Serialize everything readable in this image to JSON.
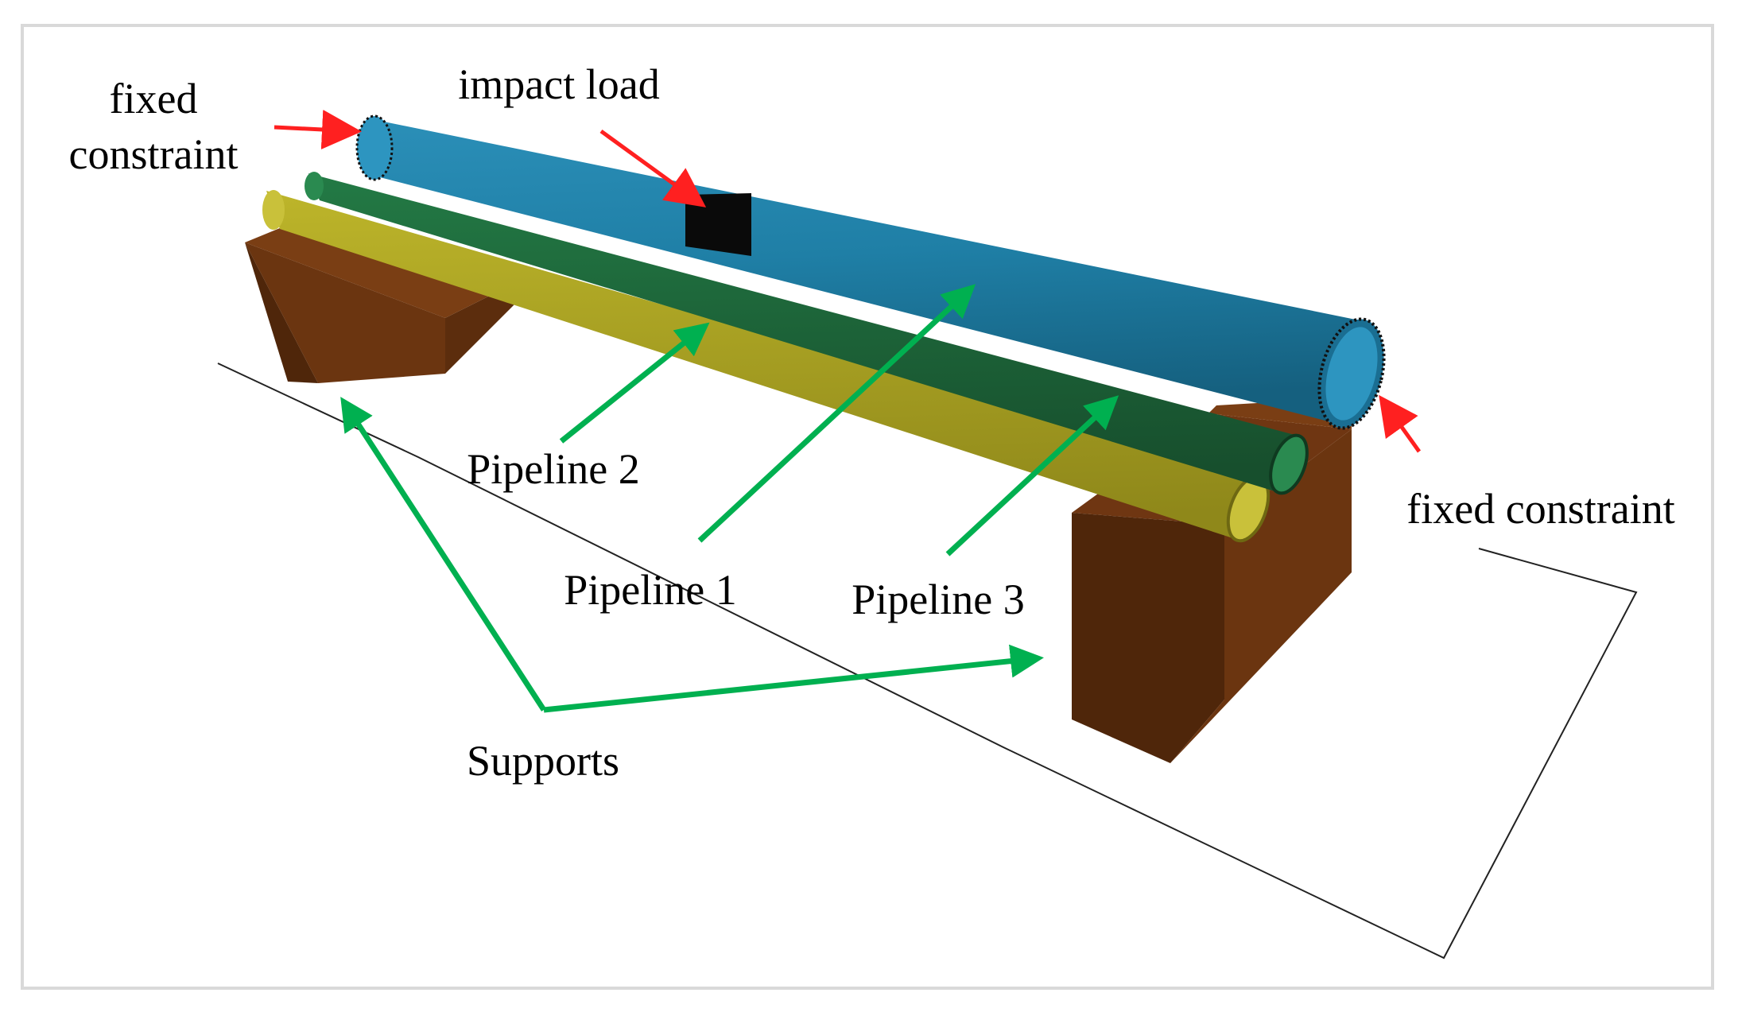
{
  "labels": {
    "fixed_constraint_left_line1": "fixed",
    "fixed_constraint_left_line2": "constraint",
    "impact_load": "impact load",
    "fixed_constraint_right": "fixed constraint",
    "pipeline_1": "Pipeline 1",
    "pipeline_2": "Pipeline 2",
    "pipeline_3": "Pipeline 3",
    "supports": "Supports"
  },
  "colors": {
    "pipeline_1": "#1f7fa6",
    "pipeline_2": "#aaa21e",
    "pipeline_3": "#1e6b3c",
    "supports": "#6b3510",
    "red_arrow": "#ff2020",
    "green_arrow": "#00b050"
  }
}
